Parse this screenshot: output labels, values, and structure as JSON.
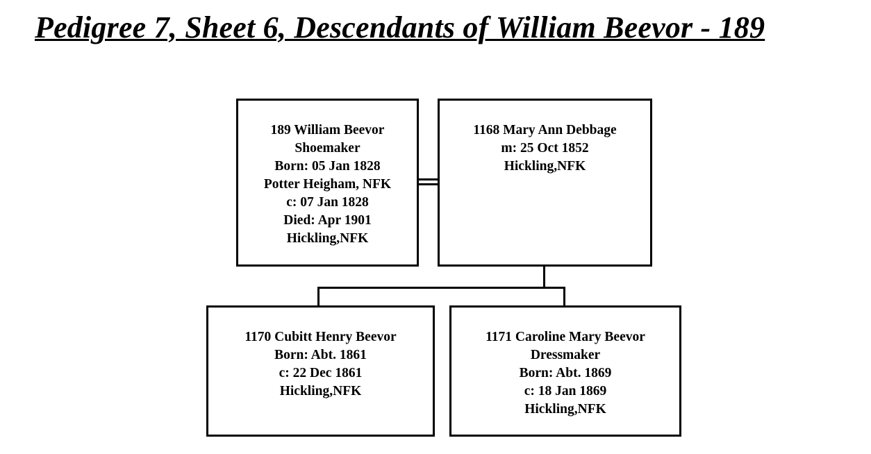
{
  "title": "Pedigree 7, Sheet 6, Descendants of William Beevor - 189",
  "people": {
    "father": {
      "lines": [
        "189 William Beevor",
        "Shoemaker",
        "Born: 05 Jan 1828",
        "Potter Heigham, NFK",
        "c: 07 Jan 1828",
        "Died: Apr 1901",
        "Hickling,NFK"
      ]
    },
    "mother": {
      "lines": [
        "1168 Mary Ann Debbage",
        "m: 25 Oct 1852",
        "Hickling,NFK"
      ]
    },
    "child1": {
      "lines": [
        "1170 Cubitt Henry Beevor",
        "Born: Abt. 1861",
        "c: 22 Dec 1861",
        "Hickling,NFK"
      ]
    },
    "child2": {
      "lines": [
        "1171 Caroline Mary Beevor",
        "Dressmaker",
        "Born: Abt. 1869",
        "c: 18 Jan 1869",
        "Hickling,NFK"
      ]
    }
  }
}
